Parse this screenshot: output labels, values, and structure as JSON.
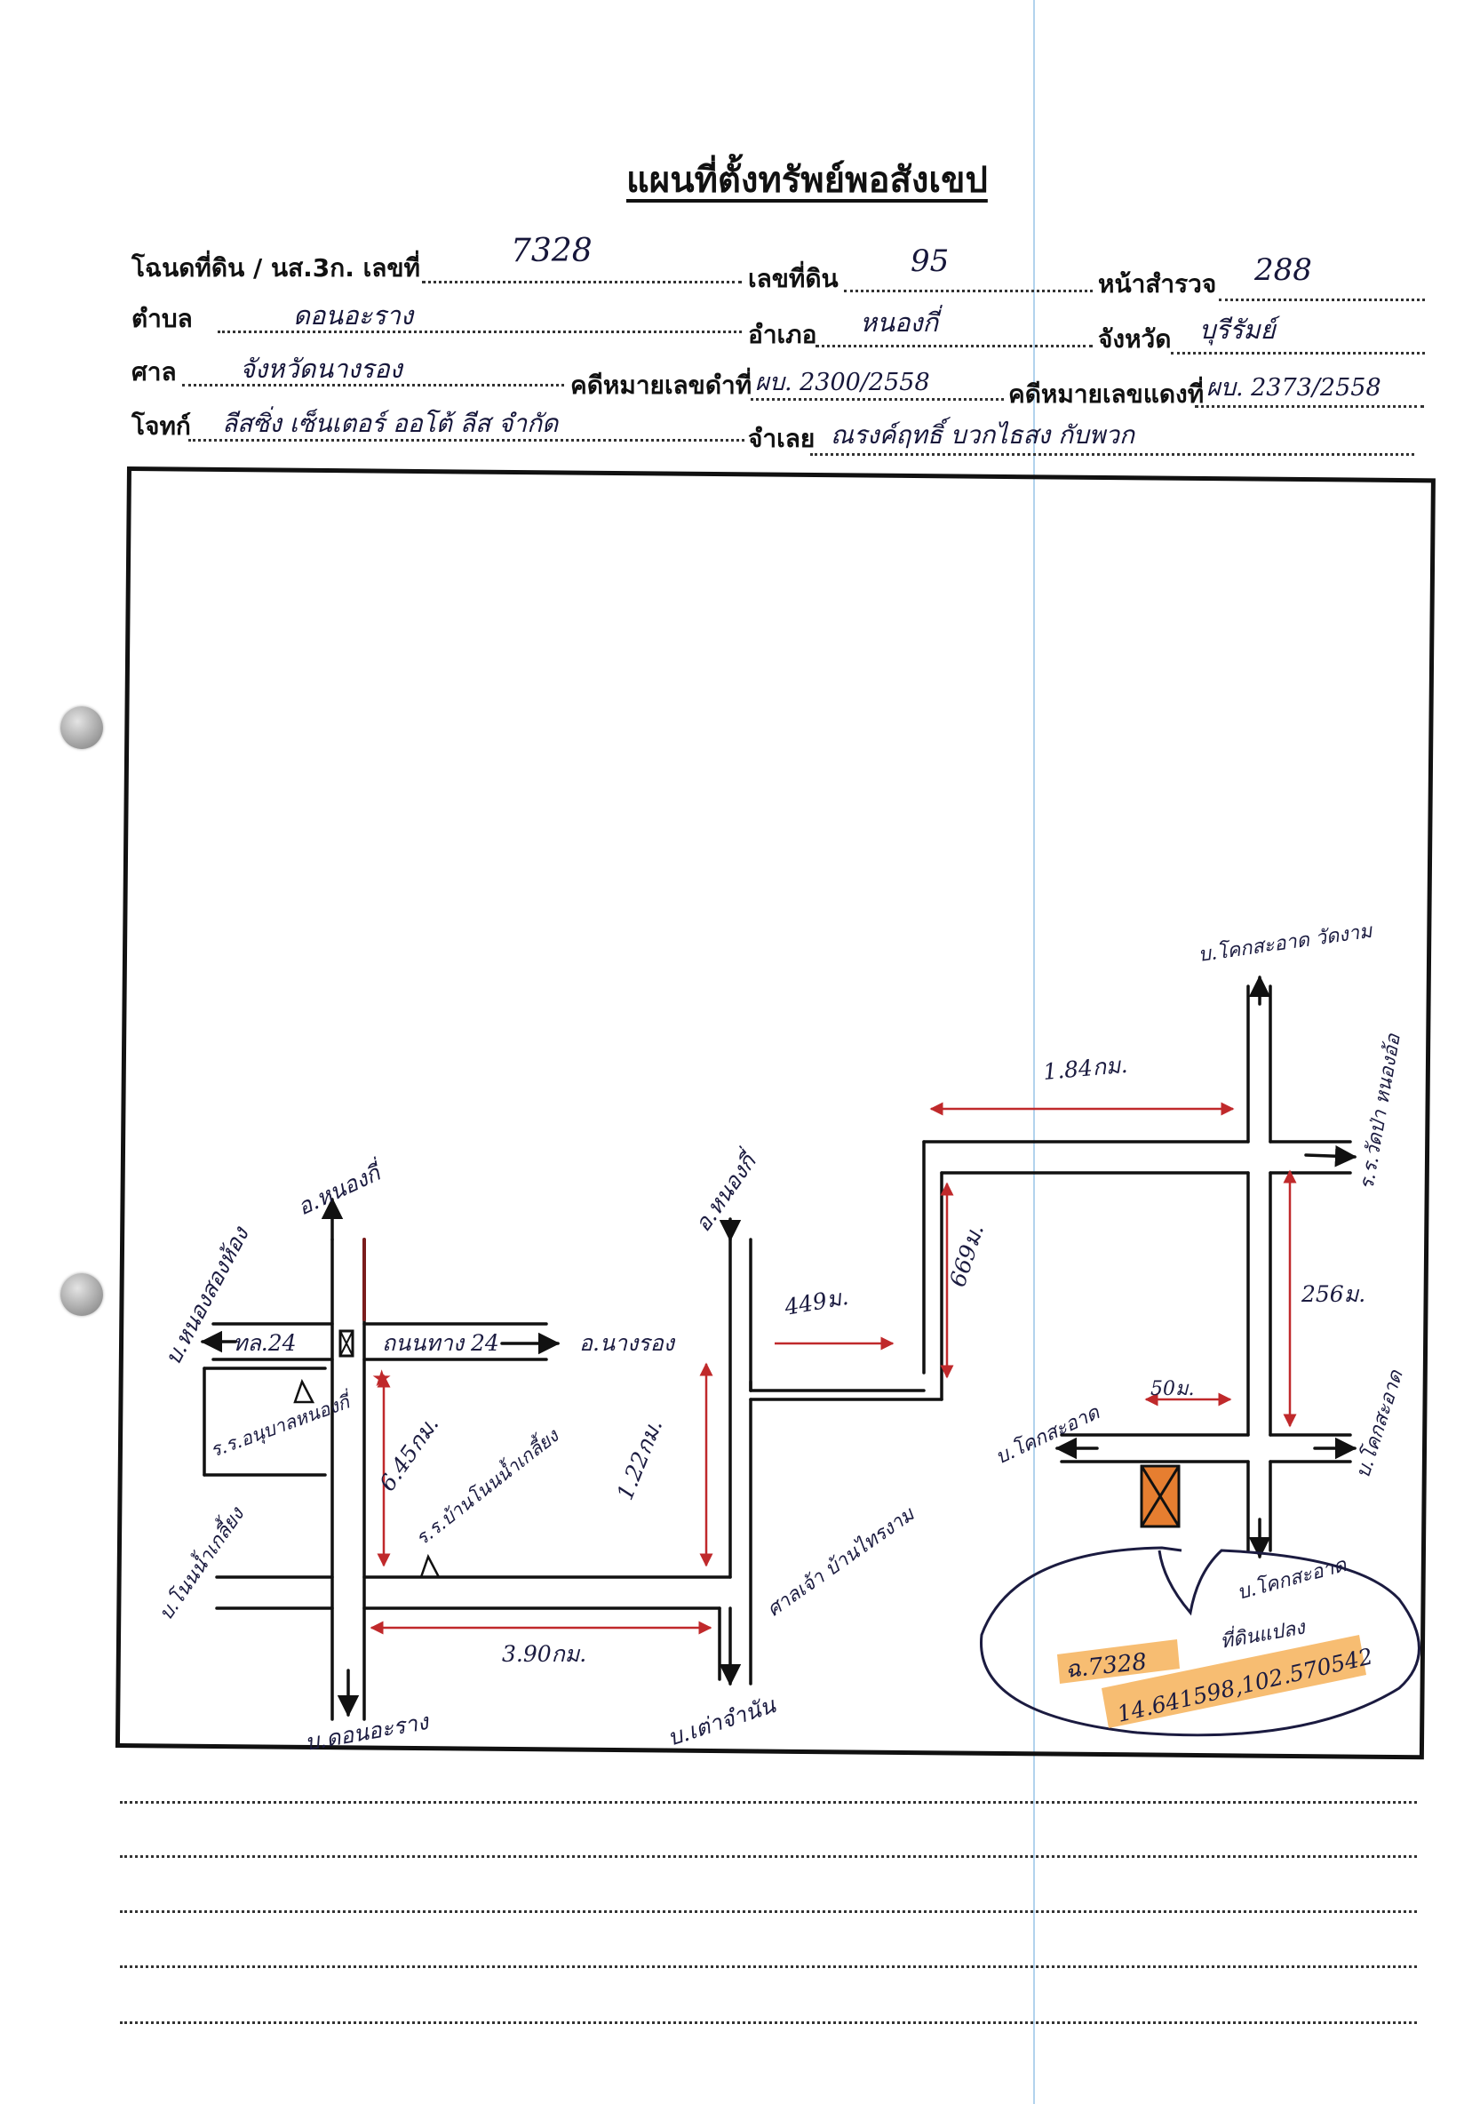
{
  "header": {
    "title": "แผนที่ตั้งทรัพย์พอสังเขป"
  },
  "form": {
    "deed_label": "โฉนดที่ดิน / นส.3ก. เลขที่",
    "deed_no": "7328",
    "land_no_label": "เลขที่ดิน",
    "land_no": "95",
    "survey_label": "หน้าสำรวจ",
    "survey_no": "288",
    "subdistrict_label": "ตำบล",
    "subdistrict": "ดอนอะราง",
    "district_label": "อำเภอ",
    "district": "หนองกี่",
    "province_label": "จังหวัด",
    "province": "บุรีรัมย์",
    "court_label": "ศาล",
    "court": "จังหวัดนางรอง",
    "black_case_label": "คดีหมายเลขดำที่",
    "black_case": "ผบ. 2300/2558",
    "red_case_label": "คดีหมายเลขแดงที่",
    "red_case": "ผบ. 2373/2558",
    "plaintiff_label": "โจทก์",
    "plaintiff": "ลีสซิ่ง เซ็นเตอร์ ออโต้ ลีส จำกัด",
    "defendant_label": "จำเลย",
    "defendant": "ณรงค์ฤทธิ์ บวกไธสง กับพวก"
  },
  "map": {
    "labels": {
      "nong_ki_west": "อ.หนองกี่",
      "nong_ki_mid": "อ.หนองกี่",
      "nong_song_hong": "บ.หนองสองห้อง",
      "road24_left": "ทล.24",
      "road24_right": "ถนนทาง 24",
      "nang_rong": "อ.นางรอง",
      "school": "ร.ร.อนุบาลหนองกี่",
      "km_645": "6.45กม.",
      "school2": "ร.ร.บ้านโนนน้ำเกลี้ยง",
      "km_122": "1.22กม.",
      "non_nam": "บ.โนนน้ำเกลี้ยง",
      "km_390": "3.90กม.",
      "don_arang": "บ.ดอนอะราง",
      "tao_chom": "บ.เต่าจำนัน",
      "temple": "ศาลเจ้า บ้านไทรงาม",
      "m_449": "449ม.",
      "m_669": "669ม.",
      "km_184": "1.84กม.",
      "khok_top": "บ.โคกสะอาด วัดงาม",
      "wat_pa": "ร.ร.วัดป่า หนองอ้อ",
      "m_256": "256ม.",
      "m_50": "50ม.",
      "khok_left": "บ.โคกสะอาด",
      "khok_right": "บ.โคกสะอาด",
      "khok_bottom": "บ.โคกสะอาด",
      "callout_deed": "ฉ.7328",
      "callout_note": "ที่ดินแปลง",
      "callout_coords": "14.641598,102.570542"
    },
    "colors": {
      "ink": "#111111",
      "red": "#c0292b",
      "highlight": "#f7b96a",
      "property": "#e67e30"
    }
  }
}
